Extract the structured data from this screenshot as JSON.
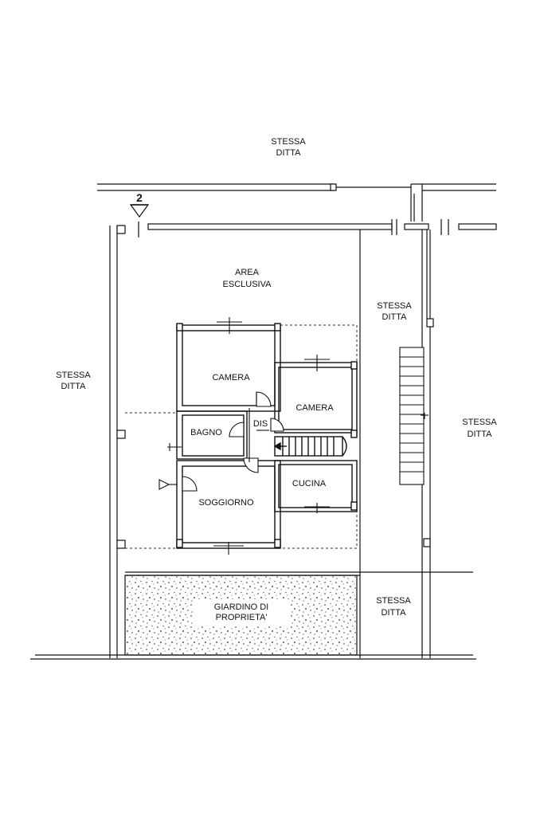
{
  "labels": {
    "top": [
      "STESSA",
      "DITTA"
    ],
    "area": [
      "AREA",
      "ESCLUSIVA"
    ],
    "right_upper": [
      "STESSA",
      "DITTA"
    ],
    "left": [
      "STESSA",
      "DITTA"
    ],
    "right_mid": [
      "STESSA",
      "DITTA"
    ],
    "garden": [
      "GIARDINO DI",
      "PROPRIETA'"
    ],
    "right_lower": [
      "STESSA",
      "DITTA"
    ]
  },
  "rooms": {
    "camera1": "CAMERA",
    "camera2": "CAMERA",
    "bagno": "BAGNO",
    "dis": "DIS",
    "soggiorno": "SOGGIORNO",
    "cucina": "CUCINA"
  },
  "section_marker": "2"
}
